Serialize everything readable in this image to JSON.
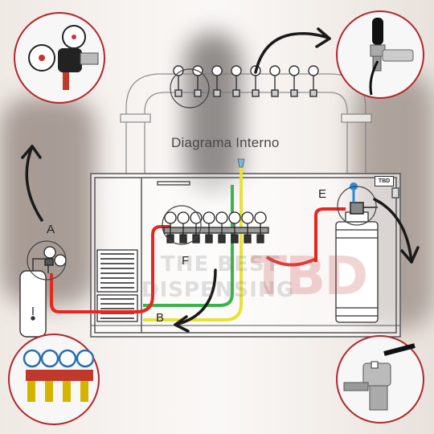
{
  "diagram": {
    "title": "Diagrama Interno",
    "labels": {
      "a": "A",
      "b": "B",
      "e": "E",
      "f": "F"
    },
    "badge": "TBD",
    "watermark": {
      "line1": "THE BEST",
      "line2": "DISPENSING",
      "logo": "TBD"
    },
    "colors": {
      "red_line": "#e8251f",
      "green_line": "#3bb54a",
      "yellow_line": "#e7e23a",
      "circle_border": "#b3262c",
      "arrow": "#1a1a1a",
      "outline": "#555555"
    }
  }
}
